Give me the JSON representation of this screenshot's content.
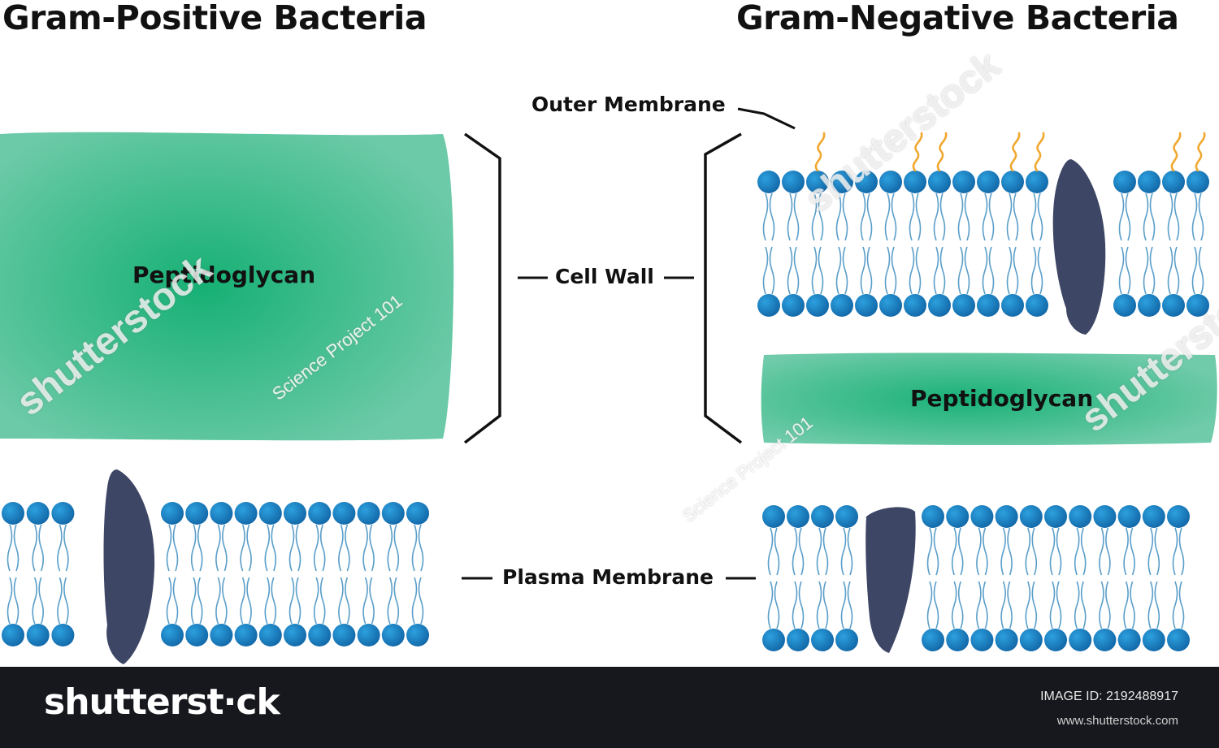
{
  "titles": {
    "gram_positive": "Gram-Positive Bacteria",
    "gram_negative": "Gram-Negative Bacteria"
  },
  "labels": {
    "outer_membrane": "Outer Membrane",
    "cell_wall": "Cell Wall",
    "plasma_membrane": "Plasma Membrane",
    "peptidoglycan_left": "Peptidoglycan",
    "peptidoglycan_right": "Peptidoglycan"
  },
  "watermarks": {
    "science_project": "Science Project 101",
    "shutterstock": "shutterstock"
  },
  "footer": {
    "logo": "shutterst·ck",
    "image_id": "IMAGE ID: 2192488917",
    "url": "www.shutterstock.com"
  },
  "colors": {
    "peptidoglycan": "#3dbd8e",
    "phosphate_head": "#1f86c6",
    "lipid_tail": "#5a9ec9",
    "protein": "#3e4666",
    "lipopolysaccharide": "#f0a830",
    "footer_bg": "#16181d"
  },
  "icons": [
    "bracket-icon",
    "connector-line-icon"
  ]
}
